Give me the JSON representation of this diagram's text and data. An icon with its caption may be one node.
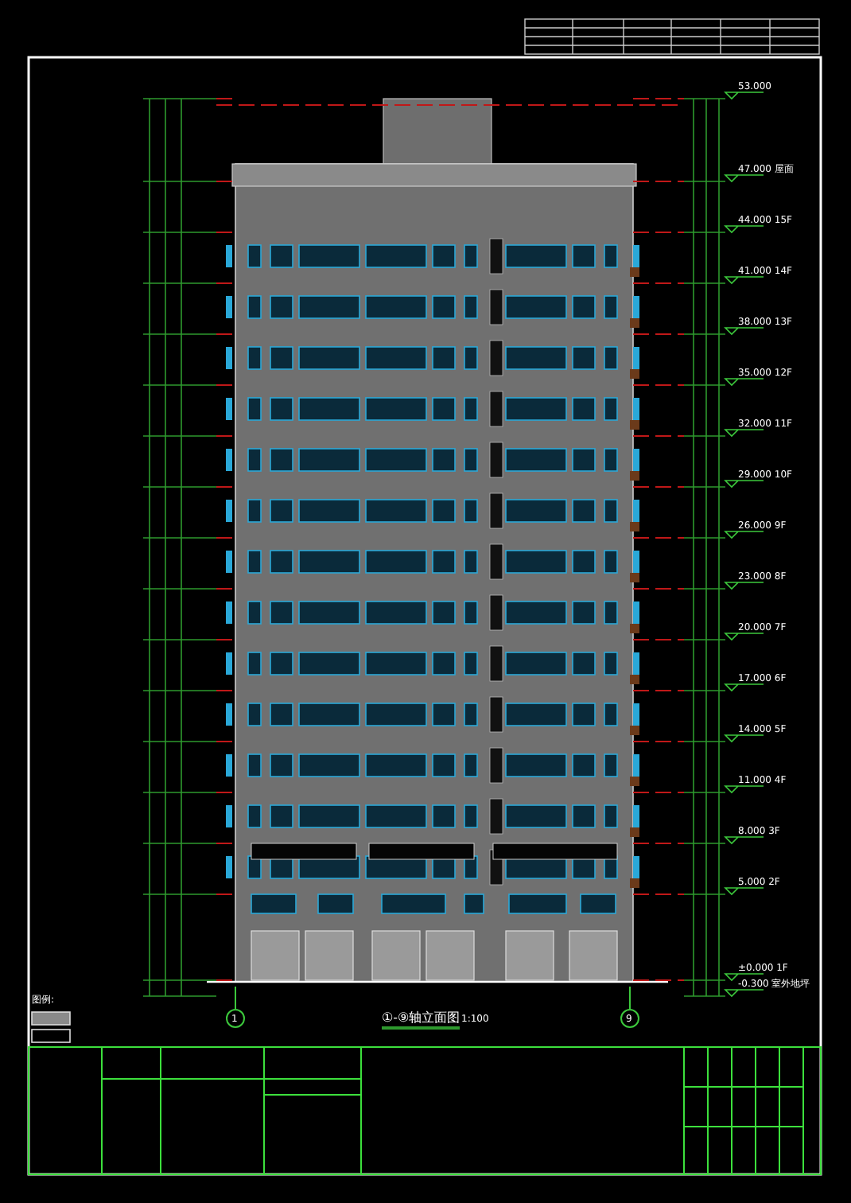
{
  "diagram": {
    "title": "①-⑨轴立面图",
    "labels": [
      "53.000",
      "47.000 屋面",
      "44.000 15F",
      "41.000 14F",
      "38.000 13F",
      "35.000 12F",
      "32.000 11F",
      "29.000 10F",
      "26.000 9F",
      "23.000 8F",
      "20.000 7F",
      "17.000 6F",
      "14.000 5F",
      "11.000 4F",
      "8.000 3F",
      "5.000 2F",
      "±0.000 1F",
      "-0.300 室外地坪",
      "图例:",
      "1",
      "1:100",
      "9"
    ]
  }
}
